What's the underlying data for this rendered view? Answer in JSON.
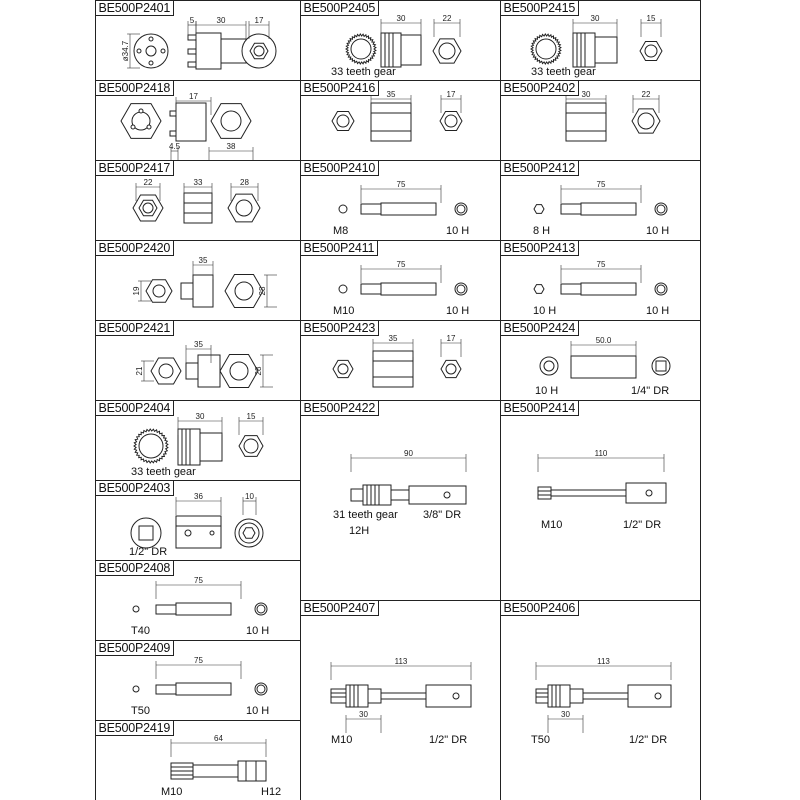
{
  "panels": [
    {
      "code": "BE500P2401",
      "dims": [
        "5",
        "30",
        "17",
        "ø34.7"
      ],
      "captions": []
    },
    {
      "code": "BE500P2405",
      "dims": [
        "30",
        "22"
      ],
      "captions": [
        "33 teeth gear"
      ]
    },
    {
      "code": "BE500P2415",
      "dims": [
        "30",
        "15"
      ],
      "captions": [
        "33 teeth gear"
      ]
    },
    {
      "code": "BE500P2418",
      "dims": [
        "17",
        "4.5",
        "38"
      ],
      "captions": []
    },
    {
      "code": "BE500P2416",
      "dims": [
        "35",
        "17"
      ],
      "captions": []
    },
    {
      "code": "BE500P2402",
      "dims": [
        "30",
        "22"
      ],
      "captions": []
    },
    {
      "code": "BE500P2417",
      "dims": [
        "22",
        "33",
        "28"
      ],
      "captions": []
    },
    {
      "code": "BE500P2410",
      "dims": [
        "75"
      ],
      "captions": [
        "M8",
        "10 H"
      ]
    },
    {
      "code": "BE500P2412",
      "dims": [
        "75"
      ],
      "captions": [
        "8 H",
        "10 H"
      ]
    },
    {
      "code": "BE500P2420",
      "dims": [
        "35",
        "19",
        "28"
      ],
      "captions": []
    },
    {
      "code": "BE500P2411",
      "dims": [
        "75"
      ],
      "captions": [
        "M10",
        "10 H"
      ]
    },
    {
      "code": "BE500P2413",
      "dims": [
        "75"
      ],
      "captions": [
        "10 H",
        "10 H"
      ]
    },
    {
      "code": "BE500P2421",
      "dims": [
        "35",
        "21",
        "28"
      ],
      "captions": []
    },
    {
      "code": "BE500P2423",
      "dims": [
        "35",
        "17"
      ],
      "captions": []
    },
    {
      "code": "BE500P2424",
      "dims": [
        "50.0"
      ],
      "captions": [
        "10 H",
        "1/4\" DR"
      ]
    },
    {
      "code": "BE500P2404",
      "dims": [
        "30",
        "15"
      ],
      "captions": [
        "33 teeth gear"
      ]
    },
    {
      "code": "BE500P2403",
      "dims": [
        "36",
        "10"
      ],
      "captions": [
        "1/2\" DR"
      ]
    },
    {
      "code": "BE500P2408",
      "dims": [
        "75"
      ],
      "captions": [
        "T40",
        "10 H"
      ]
    },
    {
      "code": "BE500P2409",
      "dims": [
        "75"
      ],
      "captions": [
        "T50",
        "10 H"
      ]
    },
    {
      "code": "BE500P2419",
      "dims": [
        "64"
      ],
      "captions": [
        "M10",
        "H12"
      ]
    },
    {
      "code": "BE500P2422",
      "dims": [
        "90"
      ],
      "captions": [
        "31 teeth gear",
        "12H",
        "3/8\" DR"
      ]
    },
    {
      "code": "BE500P2414",
      "dims": [
        "110"
      ],
      "captions": [
        "M10",
        "1/2\" DR"
      ]
    },
    {
      "code": "BE500P2407",
      "dims": [
        "113",
        "30"
      ],
      "captions": [
        "M10",
        "1/2\" DR"
      ]
    },
    {
      "code": "BE500P2406",
      "dims": [
        "113",
        "30"
      ],
      "captions": [
        "T50",
        "1/2\" DR"
      ]
    }
  ]
}
